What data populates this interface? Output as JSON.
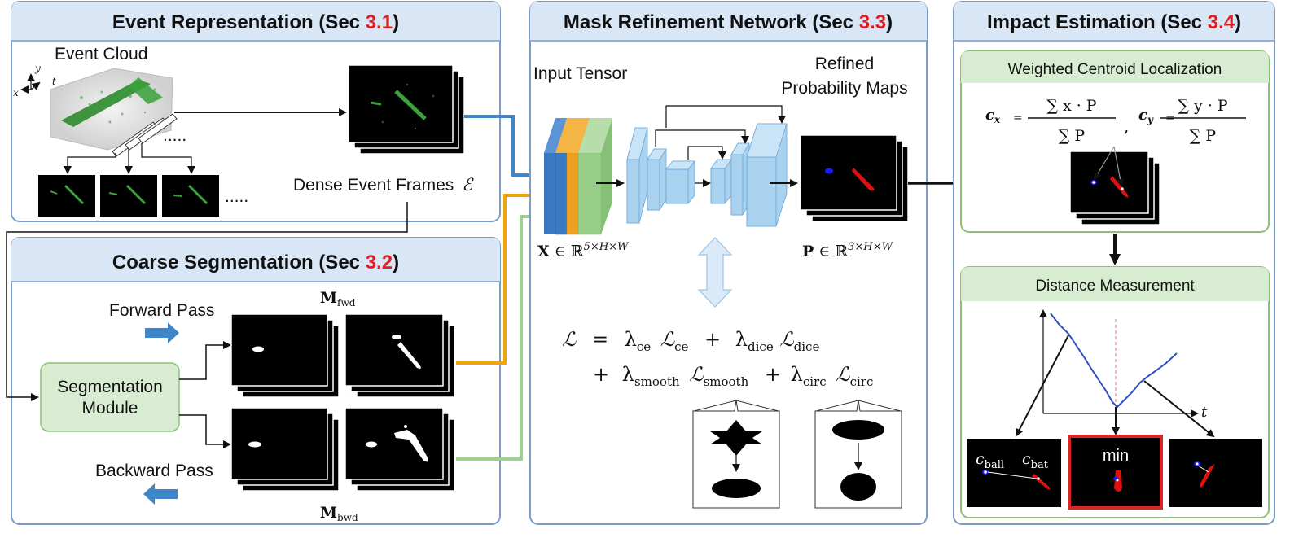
{
  "panels": {
    "event_representation": {
      "title": "Event Representation (Sec ",
      "sec": "3.1",
      "close": ")"
    },
    "coarse_segmentation": {
      "title": "Coarse Segmentation (Sec ",
      "sec": "3.2",
      "close": ")"
    },
    "mask_refinement": {
      "title": "Mask Refinement Network (Sec ",
      "sec": "3.3",
      "close": ")"
    },
    "impact_estimation": {
      "title": "Impact Estimation (Sec ",
      "sec": "3.4",
      "close": ")"
    }
  },
  "event_rep": {
    "event_cloud_label": "Event Cloud",
    "axis_x": "x",
    "axis_y": "y",
    "axis_t": "t",
    "dots_small": ".....",
    "dots_bottom": ".....",
    "dense_frames_label": "Dense Event Frames",
    "dense_frames_symbol": "ℰ"
  },
  "coarse_seg": {
    "forward_pass": "Forward Pass",
    "backward_pass": "Backward Pass",
    "module_line1": "Segmentation",
    "module_line2": "Module",
    "m_fwd": "M",
    "m_fwd_sub": "fwd",
    "m_bwd": "M",
    "m_bwd_sub": "bwd"
  },
  "mask_ref": {
    "input_tensor": "Input Tensor",
    "refined_line1": "Refined",
    "refined_line2": "Probability Maps",
    "x_var": "X",
    "x_set": "∈ ℝ",
    "x_dims": "5×H×W",
    "p_var": "P",
    "p_set": "∈ ℝ",
    "p_dims": "3×H×W",
    "loss_line1": {
      "L": "ℒ",
      "eq": "=",
      "lce": "λ",
      "lce_sub": "ce",
      "Lce": "ℒ",
      "Lce_sub": "ce",
      "plus1": "+",
      "ldice": "λ",
      "ldice_sub": "dice",
      "Ldice": "ℒ",
      "Ldice_sub": "dice"
    },
    "loss_line2": {
      "plus2": "+",
      "lsmooth": "λ",
      "lsmooth_sub": "smooth",
      "Lsmooth": "ℒ",
      "Lsmooth_sub": "smooth",
      "plus3": "+",
      "lcirc": "λ",
      "lcirc_sub": "circ",
      "Lcirc": "ℒ",
      "Lcirc_sub": "circ"
    }
  },
  "impact": {
    "centroid_title": "Weighted Centroid Localization",
    "cx": "c",
    "cx_sub": "x",
    "cy": "c",
    "cy_sub": "y",
    "eq": "=",
    "num_x": "∑ x · P",
    "num_y": "∑ y · P",
    "den": "∑ P",
    "comma": ",",
    "distance_title": "Distance Measurement",
    "t_axis": "t",
    "c_ball": "c",
    "c_ball_sub": "ball",
    "c_bat": "c",
    "c_bat_sub": "bat",
    "min_label": "min"
  },
  "colors": {
    "panel_border": "#7b9cc8",
    "panel_header": "#d9e6f6",
    "green_header": "#d8ecd2",
    "green_border": "#8cbf78",
    "blue_arrow": "#3f86c8",
    "orange_arrow": "#f0a30a",
    "green_arrow": "#9fcf92",
    "tensor_blue": "#3b78c2",
    "tensor_orange": "#f0a020",
    "tensor_green": "#98cf88",
    "unet_block": "#a9d2ef",
    "min_box": "#d62828",
    "red_sec": "#e02020"
  }
}
